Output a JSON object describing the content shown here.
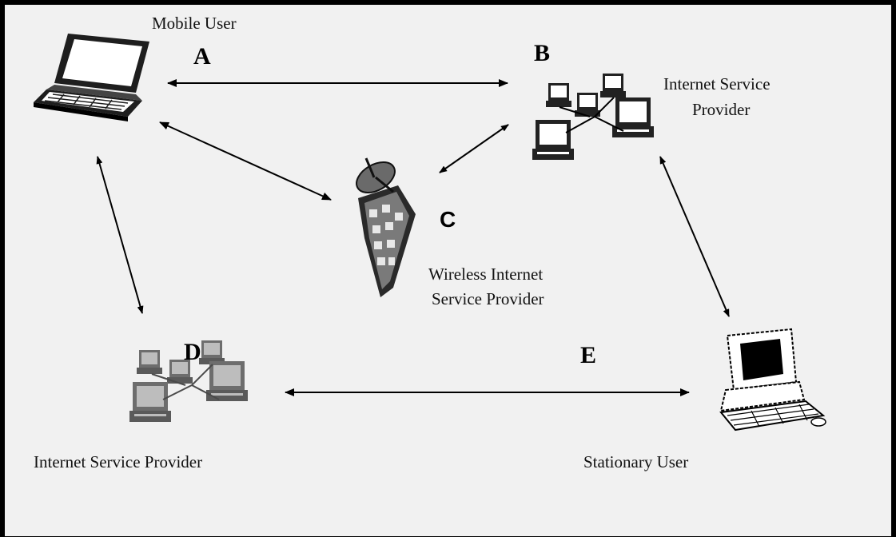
{
  "nodes": {
    "mobile_user": {
      "label": "Mobile User",
      "icon": "laptop-icon"
    },
    "isp_b": {
      "label_line1": "Internet Service",
      "label_line2": "Provider",
      "icon": "server-cluster-icon"
    },
    "wisp_c": {
      "label_line1": "Wireless Internet",
      "label_line2": "Service Provider",
      "icon": "wireless-tower-icon"
    },
    "isp_d": {
      "label": "Internet Service Provider",
      "icon": "server-cluster-icon"
    },
    "stationary_user": {
      "label": "Stationary User",
      "icon": "desktop-computer-icon"
    }
  },
  "letters": {
    "a": "A",
    "b": "B",
    "c": "C",
    "d": "D",
    "e": "E"
  },
  "colors": {
    "background": "#f1f1f1",
    "ink": "#000000",
    "frame": "#000000"
  }
}
